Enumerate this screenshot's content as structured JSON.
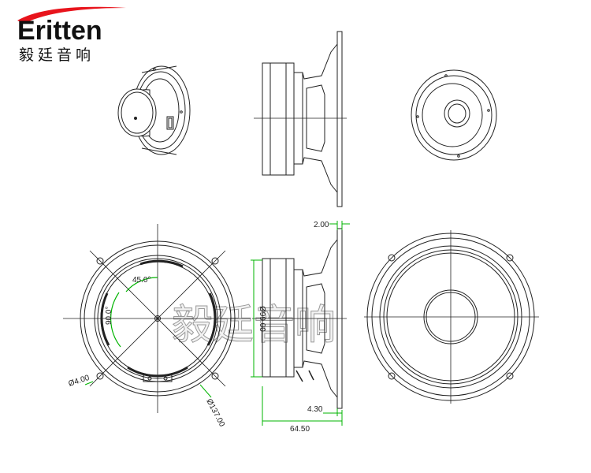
{
  "brand": {
    "name_en": "Eritten",
    "name_cn": "毅廷音响"
  },
  "watermark": "毅廷音响",
  "colors": {
    "logo_swoosh": "#e8141c",
    "outline": "#222222",
    "dimension": "#00b400"
  },
  "dimensions": {
    "flange_thickness": "2.00",
    "mount_hole_angle": "45.0°",
    "slot_angle": "90.0°",
    "hole_diameter": "Ø4.00",
    "outer_diameter": "Ø137.00",
    "opening_diameter": "Ø99.00",
    "rear_offset": "4.30",
    "overall_depth": "64.50"
  }
}
